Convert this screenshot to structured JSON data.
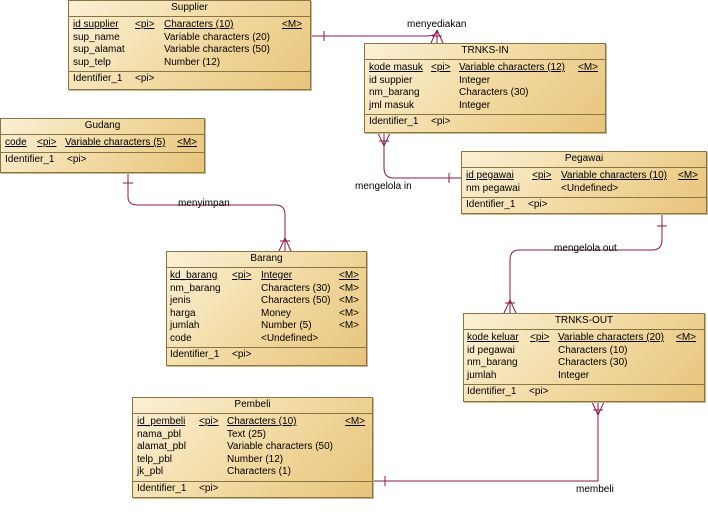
{
  "entities": {
    "supplier": {
      "title": "Supplier",
      "attrs": [
        {
          "name": "id supplier",
          "pi": "<pi>",
          "type": "Characters (10)",
          "m": "<M>"
        },
        {
          "name": "sup_name",
          "pi": "",
          "type": "Variable characters (20)",
          "m": ""
        },
        {
          "name": "sup_alamat",
          "pi": "",
          "type": "Variable characters (50)",
          "m": ""
        },
        {
          "name": "sup_telp",
          "pi": "",
          "type": "Number (12)",
          "m": ""
        }
      ],
      "identifier": {
        "name": "Identifier_1",
        "pi": "<pi>"
      }
    },
    "trnks_in": {
      "title": "TRNKS-IN",
      "attrs": [
        {
          "name": "kode masuk",
          "pi": "<pi>",
          "type": "Variable characters (12)",
          "m": "<M>"
        },
        {
          "name": "id suppier",
          "pi": "",
          "type": "Integer",
          "m": ""
        },
        {
          "name": "nm_barang",
          "pi": "",
          "type": "Characters (30)",
          "m": ""
        },
        {
          "name": "jml masuk",
          "pi": "",
          "type": "Integer",
          "m": ""
        }
      ],
      "identifier": {
        "name": "Identifier_1",
        "pi": "<pi>"
      }
    },
    "gudang": {
      "title": "Gudang",
      "attrs": [
        {
          "name": "code",
          "pi": "<pi>",
          "type": "Variable characters (5)",
          "m": "<M>"
        }
      ],
      "identifier": {
        "name": "Identifier_1",
        "pi": "<pi>"
      }
    },
    "pegawai": {
      "title": "Pegawai",
      "attrs": [
        {
          "name": "id pegawai",
          "pi": "<pi>",
          "type": "Variable characters (10)",
          "m": "<M>"
        },
        {
          "name": "nm pegawai",
          "pi": "",
          "type": "<Undefined>",
          "m": ""
        }
      ],
      "identifier": {
        "name": "Identifier_1",
        "pi": "<pi>"
      }
    },
    "barang": {
      "title": "Barang",
      "attrs": [
        {
          "name": "kd_barang",
          "pi": "<pi>",
          "type": "Integer",
          "m": "<M>"
        },
        {
          "name": "nm_barang",
          "pi": "",
          "type": "Characters (30)",
          "m": "<M>"
        },
        {
          "name": "jenis",
          "pi": "",
          "type": "Characters (50)",
          "m": "<M>"
        },
        {
          "name": "harga",
          "pi": "",
          "type": "Money",
          "m": "<M>"
        },
        {
          "name": "jumlah",
          "pi": "",
          "type": "Number (5)",
          "m": "<M>"
        },
        {
          "name": "code",
          "pi": "",
          "type": "<Undefined>",
          "m": ""
        }
      ],
      "identifier": {
        "name": "Identifier_1",
        "pi": "<pi>"
      }
    },
    "trnks_out": {
      "title": "TRNKS-OUT",
      "attrs": [
        {
          "name": "kode keluar",
          "pi": "<pi>",
          "type": "Variable characters (20)",
          "m": "<M>"
        },
        {
          "name": "id pegawai",
          "pi": "",
          "type": "Characters (10)",
          "m": ""
        },
        {
          "name": "nm_barang",
          "pi": "",
          "type": "Characters (30)",
          "m": ""
        },
        {
          "name": "jumlah",
          "pi": "",
          "type": "Integer",
          "m": ""
        }
      ],
      "identifier": {
        "name": "Identifier_1",
        "pi": "<pi>"
      }
    },
    "pembeli": {
      "title": "Pembeli",
      "attrs": [
        {
          "name": "id_pembeli",
          "pi": "<pi>",
          "type": "Characters (10)",
          "m": "<M>"
        },
        {
          "name": "nama_pbl",
          "pi": "",
          "type": "Text (25)",
          "m": ""
        },
        {
          "name": "alamat_pbl",
          "pi": "",
          "type": "Variable characters (50)",
          "m": ""
        },
        {
          "name": "telp_pbl",
          "pi": "",
          "type": "Number (12)",
          "m": ""
        },
        {
          "name": "jk_pbl",
          "pi": "",
          "type": "Characters (1)",
          "m": ""
        }
      ],
      "identifier": {
        "name": "Identifier_1",
        "pi": "<pi>"
      }
    }
  },
  "relationships": {
    "menyediakan": "menyediakan",
    "menyimpan": "menyimpan",
    "mengelola_in": "mengelola in",
    "mengelola_out": "mengelola out",
    "membeli": "membeli"
  },
  "colors": {
    "line": "#8b1a4a",
    "border": "#8a7444"
  }
}
